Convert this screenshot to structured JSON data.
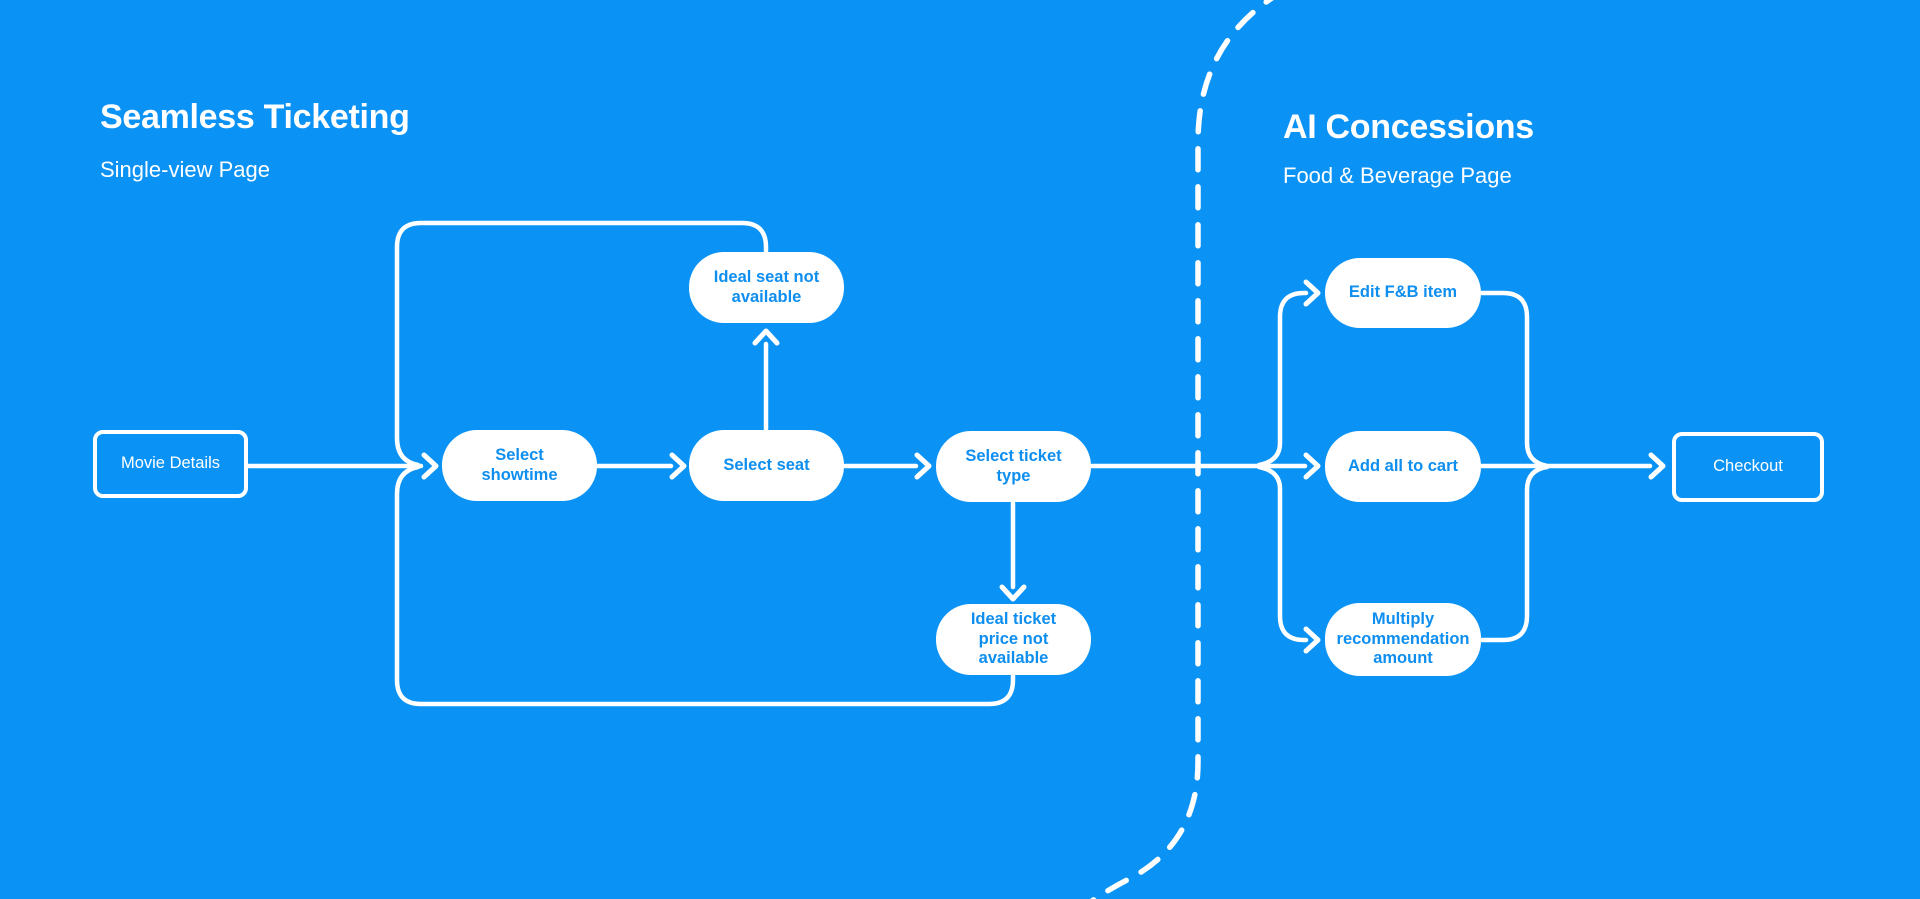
{
  "colors": {
    "background": "#0b92f5",
    "line": "#ffffff",
    "pill_background": "#ffffff",
    "pill_text": "#0e8eef",
    "title_text": "#ffffff"
  },
  "sections": {
    "ticketing": {
      "title": "Seamless Ticketing",
      "subtitle": "Single-view Page"
    },
    "concessions": {
      "title": "AI Concessions",
      "subtitle": "Food & Beverage Page"
    }
  },
  "nodes": {
    "movie_details": {
      "label": "Movie Details",
      "shape": "outlined-rectangle"
    },
    "select_showtime": {
      "label": "Select showtime",
      "shape": "pill"
    },
    "ideal_seat": {
      "label": "Ideal seat not available",
      "shape": "pill"
    },
    "select_seat": {
      "label": "Select seat",
      "shape": "pill"
    },
    "select_ticket_type": {
      "label": "Select ticket type",
      "shape": "pill"
    },
    "ideal_ticket_price": {
      "label": "Ideal ticket price not available",
      "shape": "pill"
    },
    "edit_fb_item": {
      "label": "Edit F&B item",
      "shape": "pill"
    },
    "add_all_to_cart": {
      "label": "Add all to cart",
      "shape": "pill"
    },
    "multiply_recommendation": {
      "label": "Multiply recommendation amount",
      "shape": "pill"
    },
    "checkout": {
      "label": "Checkout",
      "shape": "outlined-rectangle"
    }
  },
  "edges": [
    "Movie Details -> Select showtime",
    "Select showtime -> Select seat",
    "Select seat -> Ideal seat not available",
    "Ideal seat not available -> Select showtime (loop back, top)",
    "Select seat -> Select ticket type",
    "Select ticket type -> Ideal ticket price not available",
    "Ideal ticket price not available -> Select showtime (loop back, bottom)",
    "Select ticket type -> Edit F&B item",
    "Select ticket type -> Add all to cart",
    "Select ticket type -> Multiply recommendation amount",
    "Edit F&B item -> Checkout",
    "Add all to cart -> Checkout",
    "Multiply recommendation amount -> Checkout"
  ],
  "divider": {
    "style": "dashed-curve",
    "meaning": "boundary between Seamless Ticketing page and AI Concessions page"
  }
}
